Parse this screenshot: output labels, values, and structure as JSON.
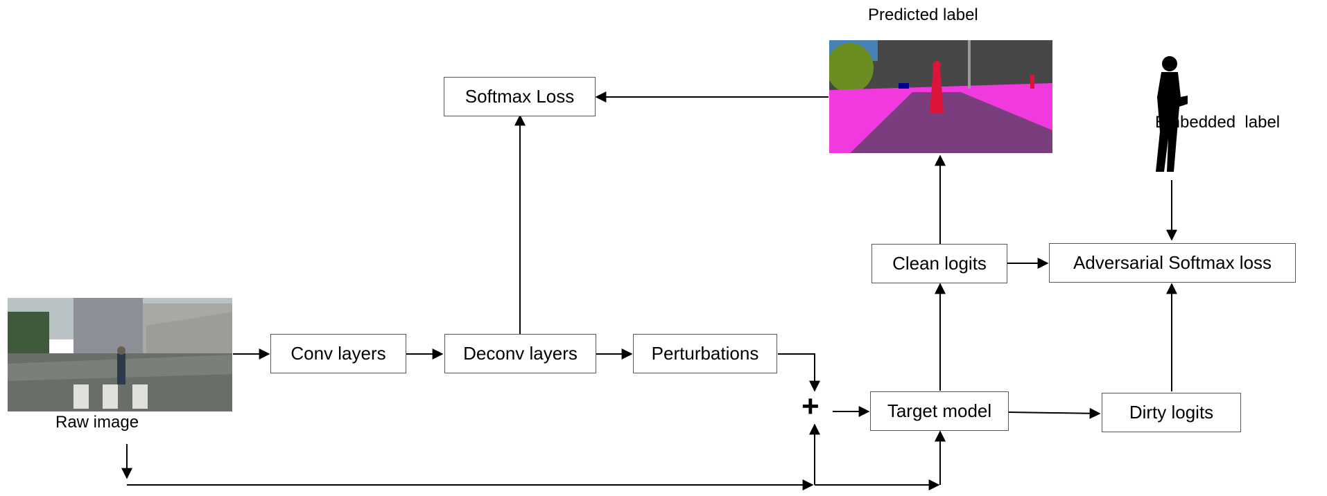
{
  "boxes": {
    "conv": "Conv layers",
    "deconv": "Deconv layers",
    "perturbations": "Perturbations",
    "softmax_loss": "Softmax Loss",
    "target_model": "Target model",
    "clean_logits": "Clean logits",
    "dirty_logits": "Dirty logits",
    "adv_loss": "Adversarial Softmax loss"
  },
  "labels": {
    "raw_image": "Raw image",
    "predicted_label": "Predicted label",
    "embedded_label": "Embedded  label"
  },
  "plus_symbol": "+",
  "colors": {
    "segmentation_road": "#7a3e7e",
    "segmentation_sidewalk": "#f03ae0",
    "segmentation_building": "#474747",
    "segmentation_vegetation": "#6b8e23",
    "segmentation_sky": "#4682b4",
    "segmentation_person": "#dc143c",
    "silhouette": "#000000"
  }
}
